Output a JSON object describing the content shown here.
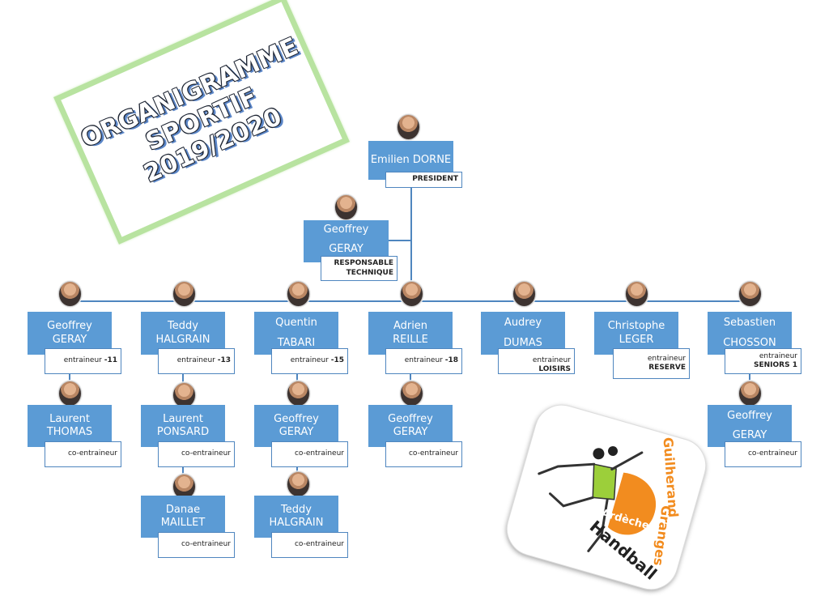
{
  "title": {
    "line1": "ORGANIGRAMME",
    "line2": "SPORTIF",
    "line3": "2019/2020"
  },
  "president": {
    "first": "Emilien DORNE",
    "role": "PRESIDENT"
  },
  "technical": {
    "first": "Geoffrey",
    "last": "GERAY",
    "role1": "RESPONSABLE",
    "role2": "TECHNIQUE"
  },
  "columns": [
    {
      "first": "Geoffrey",
      "last": "GERAY",
      "role_prefix": "entraineur",
      "role_bold": "-11"
    },
    {
      "first": "Teddy",
      "last": "HALGRAIN",
      "role_prefix": "entraineur",
      "role_bold": "-13"
    },
    {
      "first": "Quentin",
      "last": "TABARI",
      "role_prefix": "entraineur",
      "role_bold": "-15"
    },
    {
      "first": "Adrien",
      "last": "REILLE",
      "role_prefix": "entraineur",
      "role_bold": "-18"
    },
    {
      "first": "Audrey",
      "last": "DUMAS",
      "role_prefix": "entraineur",
      "role_bold": "LOISIRS"
    },
    {
      "first": "Christophe",
      "last": "LEGER",
      "role_prefix": "entraineur",
      "role_bold": "RESERVE"
    },
    {
      "first": "Sebastien",
      "last": "CHOSSON",
      "role_prefix": "entraineur",
      "role_bold": "SENIORS 1"
    }
  ],
  "assistants": [
    {
      "first": "Laurent",
      "last": "THOMAS",
      "role": "co-entraineur"
    },
    {
      "first": "Laurent",
      "last": "PONSARD",
      "role": "co-entraineur"
    },
    {
      "first": "Geoffrey",
      "last": "GERAY",
      "role": "co-entraineur"
    },
    {
      "first": "Geoffrey",
      "last": "GERAY",
      "role": "co-entraineur"
    },
    {
      "first": "Geoffrey",
      "last": "GERAY",
      "role": "co-entraineur"
    },
    {
      "first": "Danae",
      "last": "MAILLET",
      "role": "co-entraineur"
    },
    {
      "first": "Teddy",
      "last": "HALGRAIN",
      "role": "co-entraineur"
    }
  ],
  "logo": {
    "club1": "Guilherand",
    "club2": "Granges",
    "region": "Ardèche",
    "sport": "Handball"
  },
  "colors": {
    "box": "#5b9bd5",
    "border": "#4f86bf",
    "line": "#4f86bf",
    "logo_orange": "#f28c1f",
    "logo_green": "#9ccf3a"
  }
}
